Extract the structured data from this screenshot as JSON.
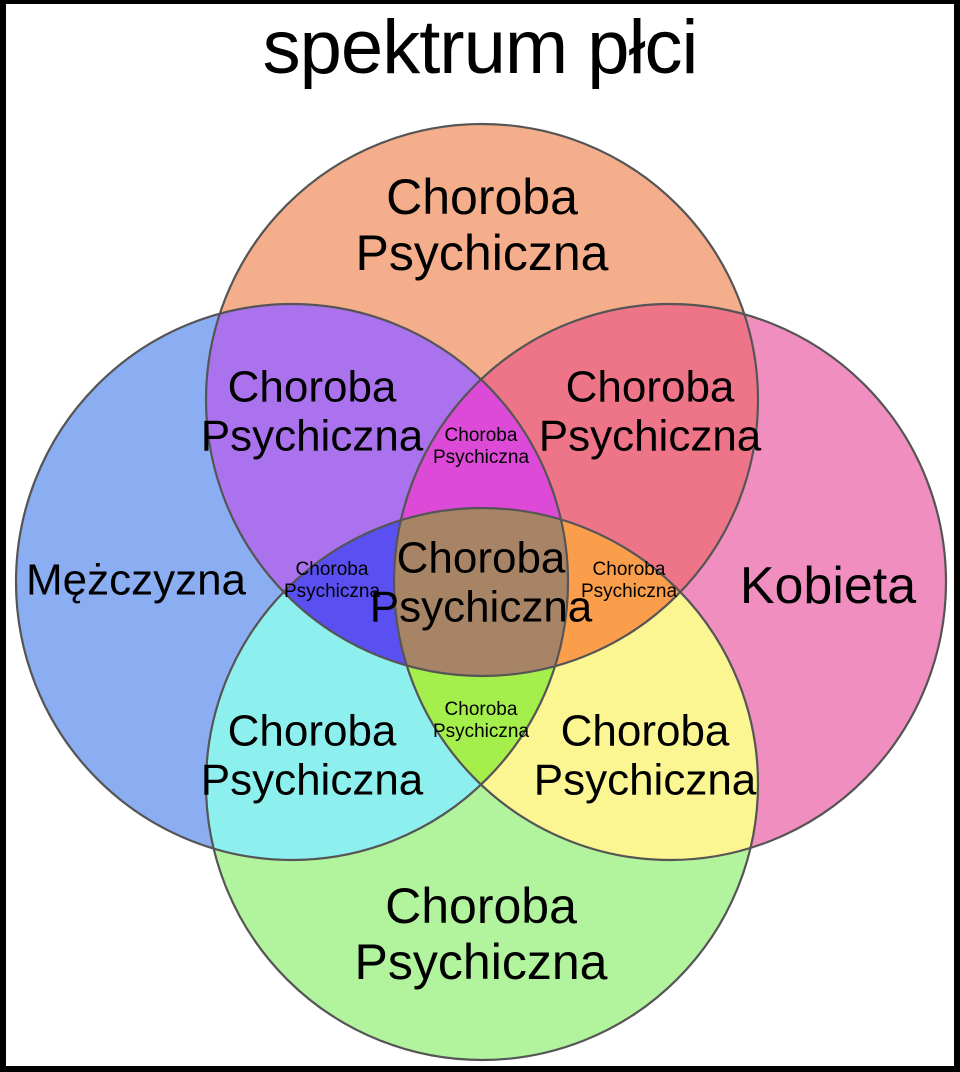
{
  "title": "spektrum płci",
  "colors": {
    "top": "#f4ae8c",
    "left": "#8badf2",
    "right": "#f08fbf",
    "bottom": "#b2f49e",
    "top_left": "#ab72ee",
    "top_right": "#ee7488",
    "bottom_left": "#8ef0ee",
    "bottom_right": "#fbf592",
    "top_left_right": "#de4ad8",
    "left_right_top_bottom": "#a88466",
    "left_top_bottom": "#5a4ff0",
    "right_top_bottom": "#fb9e4c",
    "left_right_bottom": "#a4ef4c",
    "stroke": "#555555"
  },
  "labels": {
    "top": {
      "line1": "Choroba",
      "line2": "Psychiczna"
    },
    "top_left": {
      "line1": "Choroba",
      "line2": "Psychiczna"
    },
    "top_right": {
      "line1": "Choroba",
      "line2": "Psychiczna"
    },
    "top_center": {
      "line1": "Choroba",
      "line2": "Psychiczna"
    },
    "left": {
      "line1": "Mężczyzna"
    },
    "right": {
      "line1": "Kobieta"
    },
    "center": {
      "line1": "Choroba",
      "line2": "Psychiczna"
    },
    "center_left": {
      "line1": "Choroba",
      "line2": "Psychiczna"
    },
    "center_right": {
      "line1": "Choroba",
      "line2": "Psychiczna"
    },
    "bottom_center": {
      "line1": "Choroba",
      "line2": "Psychiczna"
    },
    "bottom_left": {
      "line1": "Choroba",
      "line2": "Psychiczna"
    },
    "bottom_right": {
      "line1": "Choroba",
      "line2": "Psychiczna"
    },
    "bottom": {
      "line1": "Choroba",
      "line2": "Psychiczna"
    }
  }
}
